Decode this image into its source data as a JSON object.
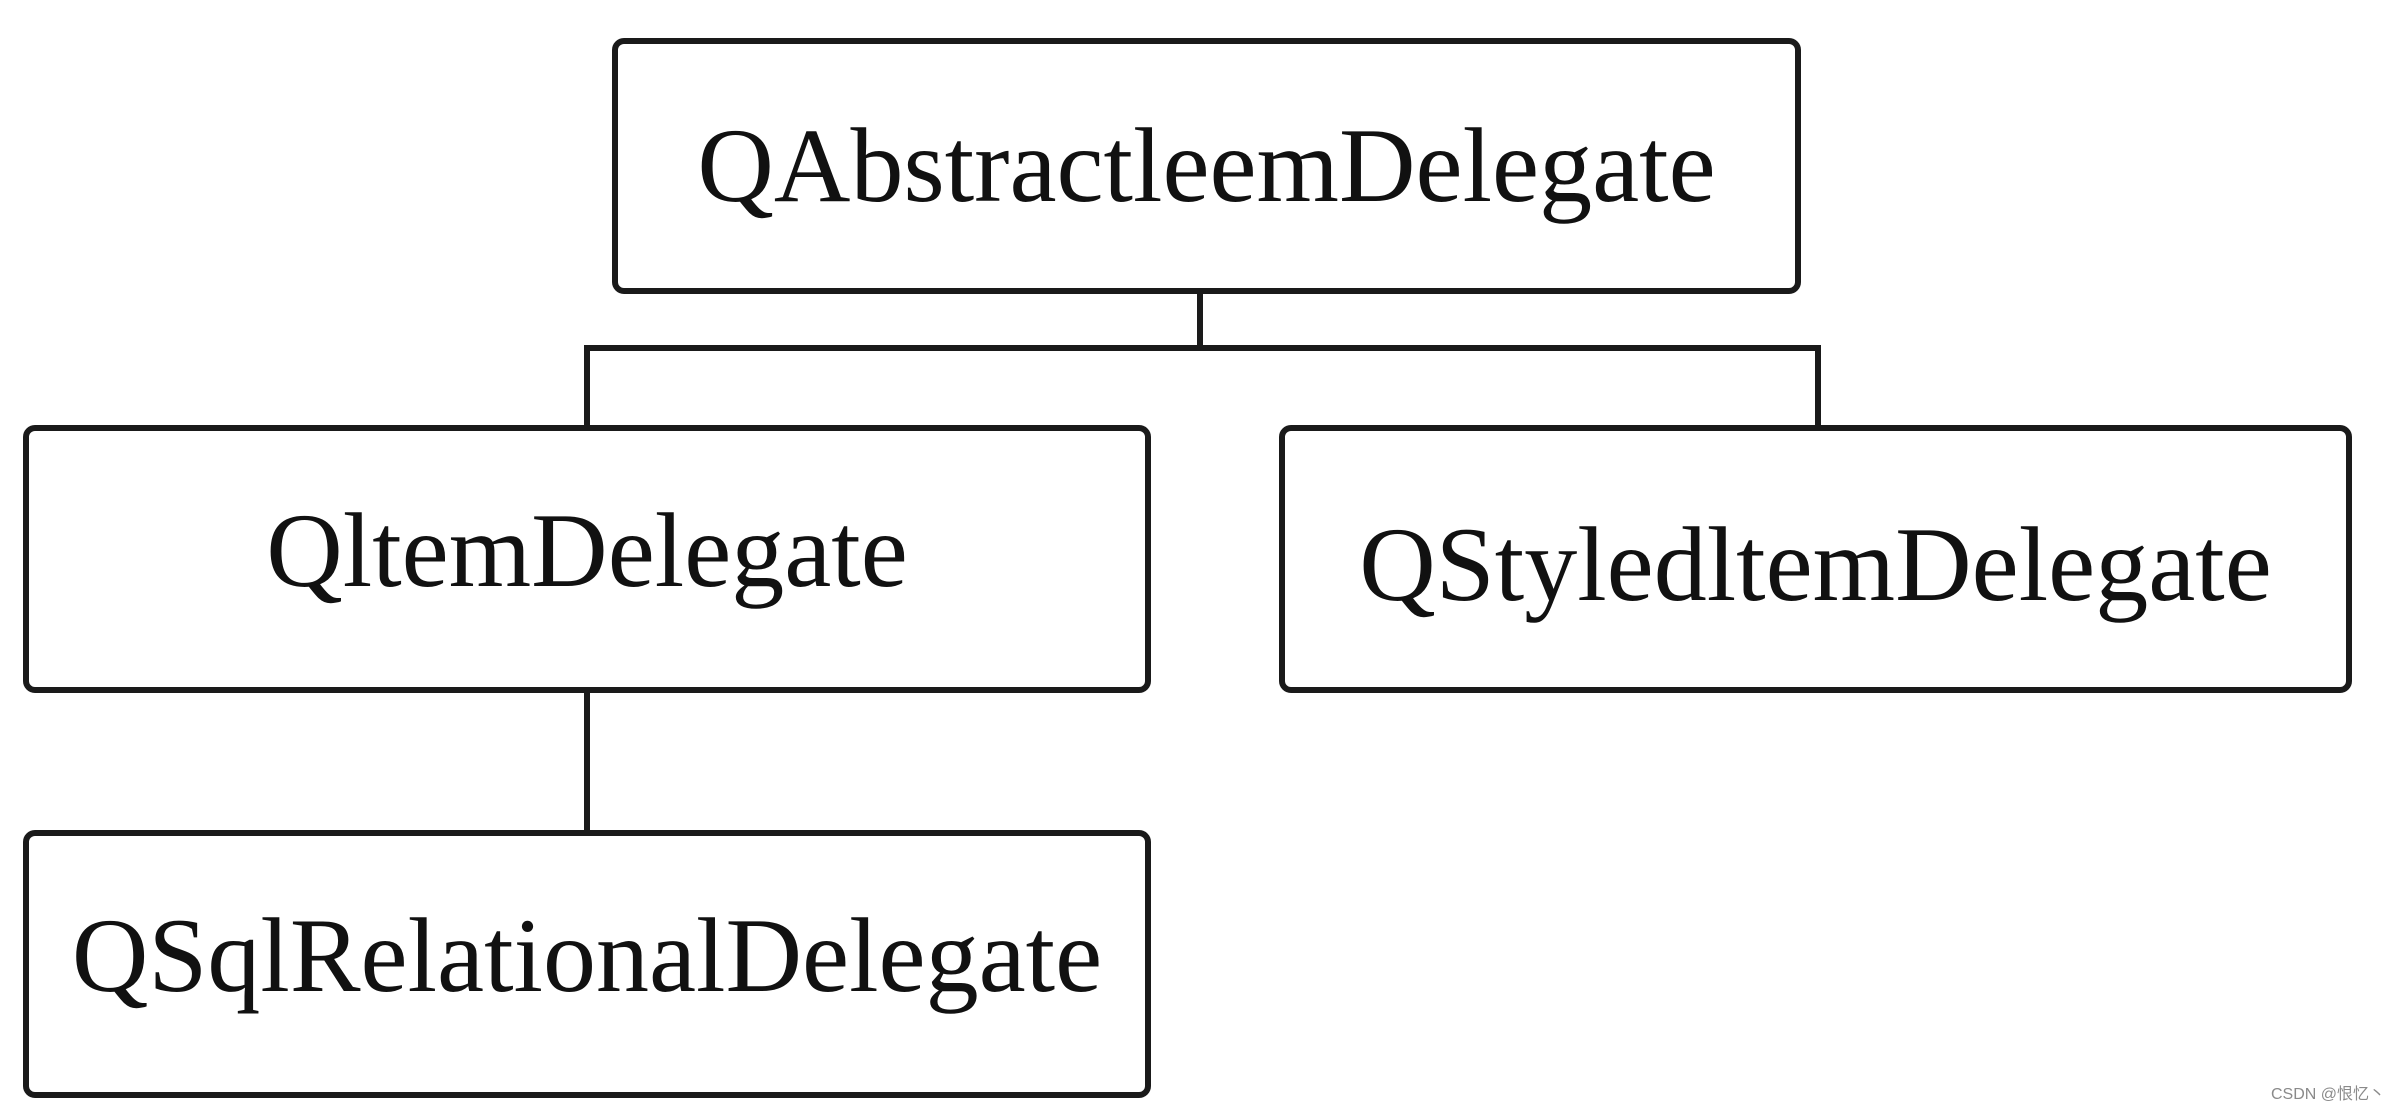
{
  "diagram": {
    "nodes": {
      "root": {
        "label": "QAbstractleemDelegate"
      },
      "item": {
        "label": "QltemDelegate"
      },
      "styled": {
        "label": "QStyledltemDelegate"
      },
      "sql": {
        "label": "QSqlRelationalDelegate"
      }
    },
    "edges": [
      {
        "from": "root",
        "to": "item"
      },
      {
        "from": "root",
        "to": "styled"
      },
      {
        "from": "item",
        "to": "sql"
      }
    ],
    "colors": {
      "stroke": "#1a1a1a",
      "text": "#111111",
      "background": "#ffffff"
    }
  },
  "watermark": "CSDN @恨忆丶"
}
